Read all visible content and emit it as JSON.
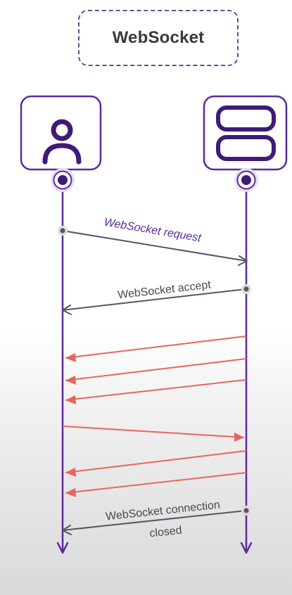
{
  "title": "WebSocket",
  "actors": {
    "client": {
      "icon": "person-icon"
    },
    "server": {
      "icon": "server-icon"
    }
  },
  "colors": {
    "lifeline": "#5b2a9a",
    "title_border": "#6a4a9a",
    "request_label": "#5b2a9a",
    "control_arrow": "#55565e",
    "data_arrow": "#e8655c",
    "label_text": "#4a4a4a"
  },
  "messages": [
    {
      "direction": "to-server",
      "kind": "control",
      "label": "WebSocket request"
    },
    {
      "direction": "to-client",
      "kind": "control",
      "label": "WebSocket accept"
    },
    {
      "direction": "to-client",
      "kind": "data"
    },
    {
      "direction": "to-client",
      "kind": "data"
    },
    {
      "direction": "to-client",
      "kind": "data"
    },
    {
      "direction": "to-server",
      "kind": "data"
    },
    {
      "direction": "to-client",
      "kind": "data"
    },
    {
      "direction": "to-client",
      "kind": "data"
    },
    {
      "direction": "to-client",
      "kind": "control",
      "label_lines": [
        "WebSocket connection",
        "closed"
      ]
    }
  ]
}
